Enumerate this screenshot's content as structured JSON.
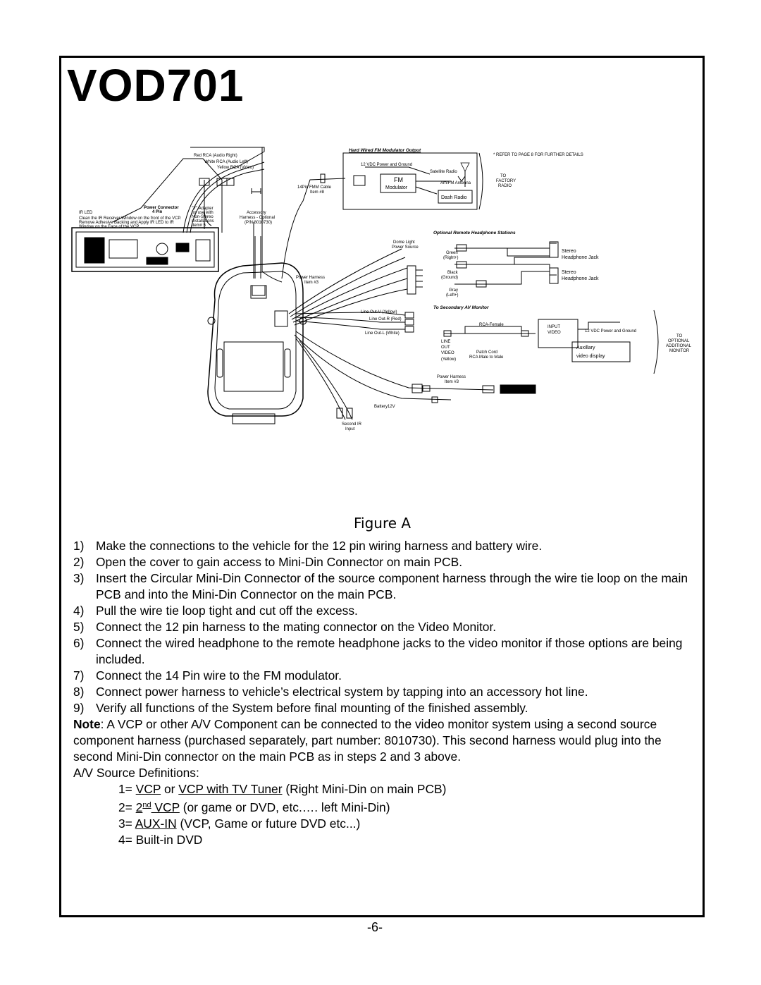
{
  "title": "VOD701",
  "figure_caption": "Figure A",
  "diagram_labels": {
    "red_rca": "Red RCA (Audio Right)",
    "white_rca": "White RCA (Audio Left)",
    "yellow_rca": "Yellow RCA (Video)",
    "ir_led": "IR LED",
    "ir_note_1": "Clean the IR Receiver Window on the front of the VCP.",
    "ir_note_2": "Remove Adhesive Backing and Apply IR LED to IR",
    "ir_note_3": "Window on the Face of the VCP.",
    "power_connector": "Power Connector",
    "pin_count": "4 Pin",
    "y_adapter": "\"Y\" Adapter",
    "y_adapter_2": "for use with",
    "y_adapter_3": "Non-Stereo",
    "y_adapter_4": "Installations",
    "y_adapter_5": "Item# 5",
    "accessory_harness": "Accessory",
    "accessory_harness_2": "Harness - Optional",
    "accessory_harness_3": "(P/N:8010730)",
    "fmm_cable": "14Pin FMM Cable",
    "fmm_cable_item": "Item #8",
    "fm_output_title": "Hard Wired FM Modulator Output",
    "vdc_power_ground": "12 VDC Power and Ground",
    "satellite_radio": "Satellite Radio",
    "fm_modulator_1": "FM",
    "fm_modulator_2": "Modulator",
    "am_fm_antenna": "Am/FM Antenna",
    "dash_radio": "Dash Radio",
    "refer_note": "* REFER TO PAGE 8 FOR FURTHER DETAILS",
    "to_factory_1": "TO",
    "to_factory_2": "FACTORY",
    "to_factory_3": "RADIO",
    "headphone_title": "Optional Remote Headphone Stations",
    "dome_light_1": "Dome Light",
    "dome_light_2": "Power Source",
    "green_right_1": "Green",
    "green_right_2": "(Right+)",
    "black_ground_1": "Black",
    "black_ground_2": "(Ground)",
    "gray_left_1": "Gray",
    "gray_left_2": "(Left+)",
    "stereo_1": "Stereo",
    "headphone_jack_1": "Headphone Jack",
    "stereo_2": "Stereo",
    "headphone_jack_2": "Headphone Jack",
    "power_harness_1": "Power Harness",
    "power_harness_item": "Item #3",
    "secondary_av_title": "To Secondary AV Monitor",
    "line_out_yellow": "Line Out-V (Yellow)",
    "line_out_red": "Line Out-R (Red)",
    "line_out_white": "Line Out-L (White)",
    "rca_female": "RCA-Female",
    "line_out_1": "LINE",
    "line_out_2": "OUT",
    "line_out_3": "VIDEO",
    "line_out_4": "(Yellow)",
    "patch_cord_1": "Patch Cord",
    "patch_cord_2": "RCA Male to Male",
    "input_video_1": "INPUT",
    "input_video_2": "VIDEO",
    "vdc_power_ground_2": "12 VDC Power and Ground",
    "auxiliary": "Auxillary",
    "video_display": "video display",
    "to_optional_1": "TO",
    "to_optional_2": "OPTIONAL",
    "to_optional_3": "ADDITIONAL",
    "to_optional_4": "MONITOR",
    "power_harness_2": "Power Harness",
    "power_harness_item_2": "Item #3",
    "battery": "Battery12V",
    "second_ir_1": "Second IR",
    "second_ir_2": "Input"
  },
  "steps": [
    {
      "num": "1)",
      "text": "Make the connections to the vehicle for the 12 pin wiring harness and battery wire."
    },
    {
      "num": "2)",
      "text": "Open the cover to gain access to Mini-Din Connector on main PCB."
    },
    {
      "num": "3)",
      "text": "Insert the Circular Mini-Din Connector of the source component harness through the wire tie loop on the main PCB and into the Mini-Din Connector on the main PCB."
    },
    {
      "num": "4)",
      "text": "Pull the wire tie loop tight and cut off the excess."
    },
    {
      "num": "5)",
      "text": "Connect the 12 pin harness to the mating connector on the Video Monitor."
    },
    {
      "num": "6)",
      "text": "Connect the wired headphone to the remote headphone jacks to the video monitor if those options are being included."
    },
    {
      "num": "7)",
      "text": "Connect the 14 Pin wire to the FM modulator."
    },
    {
      "num": "8)",
      "text": "Connect power harness to vehicle’s electrical system by tapping into an accessory hot line."
    },
    {
      "num": "9)",
      "text": "Verify all functions of the System before final mounting of the finished assembly."
    }
  ],
  "note": {
    "label": "Note",
    "text": ":  A VCP or other A/V Component can be connected to the video monitor system using a second source component harness (purchased separately, part number: 8010730).  This second harness would plug into the second Mini-Din connector on the main PCB as in steps 2 and 3 above."
  },
  "definitions_label": "A/V Source Definitions:",
  "definitions": {
    "d1_prefix": "1= ",
    "d1_u1": "VCP",
    "d1_mid": " or ",
    "d1_u2": "VCP with TV Tuner",
    "d1_rest": " (Right Mini-Din on main PCB)",
    "d2_prefix": "2= ",
    "d2_u1": "2",
    "d2_sup": "nd",
    "d2_u2": " VCP",
    "d2_rest": " (or game or DVD, etc.…. left Mini-Din)",
    "d3_prefix": "3= ",
    "d3_u1": "AUX-IN",
    "d3_rest": " (VCP, Game or future DVD etc...)",
    "d4": "4= Built-in DVD"
  },
  "page_number": "-6-"
}
